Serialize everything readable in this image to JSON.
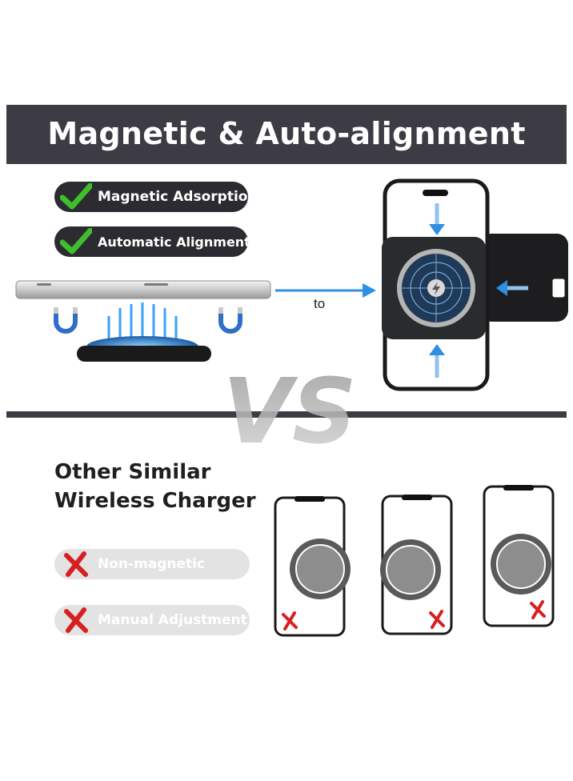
{
  "banner": {
    "title": "Magnetic & Auto-alignment"
  },
  "features_good": [
    {
      "label": "Magnetic Adsorption",
      "icon": "green-check-icon"
    },
    {
      "label": "Automatic Alignment",
      "icon": "green-check-icon"
    }
  ],
  "connector_label": "to",
  "vs_label": "VS",
  "other": {
    "title_line1": "Other Similar",
    "title_line2": "Wireless Charger"
  },
  "features_bad": [
    {
      "label": "Non-magnetic",
      "icon": "red-x-icon"
    },
    {
      "label": "Manual Adjustment",
      "icon": "red-x-icon"
    }
  ],
  "colors": {
    "banner_bg": "#3d3c44",
    "check_green": "#3fbf2c",
    "cross_red": "#d81f1f",
    "arrow_blue": "#2f8fe0",
    "pill_dark": "#2c2b31",
    "pill_light": "#e3e3e3"
  }
}
